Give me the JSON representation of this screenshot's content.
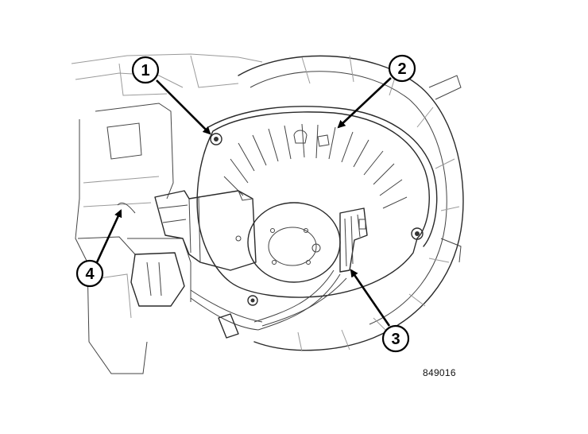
{
  "callouts": [
    {
      "id": "1",
      "label": "1"
    },
    {
      "id": "2",
      "label": "2"
    },
    {
      "id": "3",
      "label": "3"
    },
    {
      "id": "4",
      "label": "4"
    }
  ],
  "figure_number": "849016"
}
